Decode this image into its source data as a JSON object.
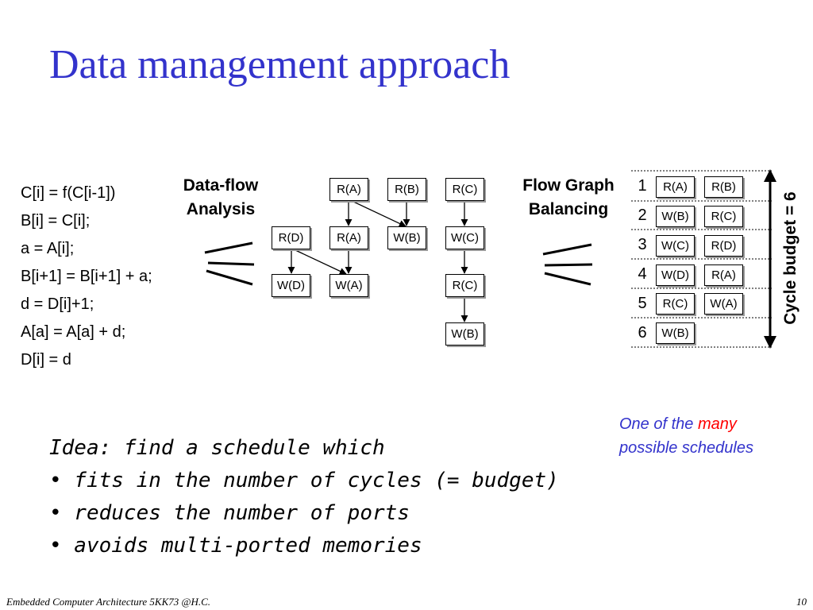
{
  "title": "Data management approach",
  "code_lines": [
    "C[i] = f(C[i-1])",
    "B[i] = C[i];",
    "a = A[i];",
    "B[i+1] = B[i+1] + a;",
    "d = D[i]+1;",
    "A[a] = A[a] + d;",
    "D[i] = d"
  ],
  "dataflow": {
    "heading_line1": "Data-flow",
    "heading_line2": "Analysis",
    "nodes": {
      "ra1": "R(A)",
      "rb1": "R(B)",
      "rc1": "R(C)",
      "rd": "R(D)",
      "ra2": "R(A)",
      "wb1": "W(B)",
      "wc": "W(C)",
      "wd": "W(D)",
      "wa": "W(A)",
      "rc2": "R(C)",
      "wb2": "W(B)"
    }
  },
  "balancing": {
    "heading_line1": "Flow Graph",
    "heading_line2": "Balancing"
  },
  "schedule": {
    "cycles": [
      {
        "n": "1",
        "ops": [
          "R(A)",
          "R(B)"
        ]
      },
      {
        "n": "2",
        "ops": [
          "W(B)",
          "R(C)"
        ]
      },
      {
        "n": "3",
        "ops": [
          "W(C)",
          "R(D)"
        ]
      },
      {
        "n": "4",
        "ops": [
          "W(D)",
          "R(A)"
        ]
      },
      {
        "n": "5",
        "ops": [
          "R(C)",
          "W(A)"
        ]
      },
      {
        "n": "6",
        "ops": [
          "W(B)"
        ]
      }
    ],
    "budget_label": "Cycle budget = 6"
  },
  "note": {
    "part1": "One of the ",
    "highlight": "many",
    "line2": "possible schedules",
    "highlight_color": "#ff0000",
    "color": "#3333cc"
  },
  "idea": {
    "line1": "Idea: find a schedule which",
    "bullet1": "• fits in the number of cycles (= budget)",
    "bullet2": "• reduces the number of ports",
    "bullet3": "• avoids multi-ported memories"
  },
  "footer": {
    "text": "Embedded Computer Architecture 5KK73 @H.C.",
    "page": "10"
  },
  "colors": {
    "title": "#3333cc",
    "accent": "#ff0000"
  }
}
